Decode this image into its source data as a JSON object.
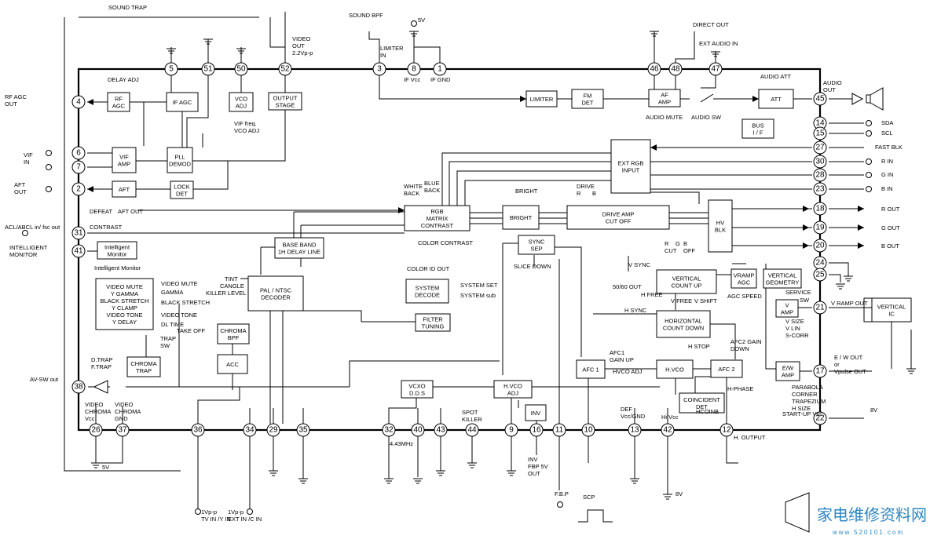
{
  "blocks": {
    "rf_agc": [
      "RF",
      "AGC"
    ],
    "if_agc": [
      "IF AGC"
    ],
    "vco_adj": [
      "VCO",
      "ADJ"
    ],
    "output_stage": [
      "OUTPUT",
      "STAGE"
    ],
    "vif_amp": [
      "VIF",
      "AMP"
    ],
    "pll_demod": [
      "PLL",
      "DEMOD"
    ],
    "aft": [
      "AFT"
    ],
    "lock_det": [
      "LOCK",
      "DET"
    ],
    "limiter": [
      "LIMITER"
    ],
    "fm_det": [
      "FM",
      "DET"
    ],
    "af_amp": [
      "AF",
      "AMP"
    ],
    "att": [
      "ATT"
    ],
    "bus_if": [
      "BUS",
      "I / F"
    ],
    "ext_rgb_input": [
      "EXT RGB",
      "INPUT"
    ],
    "rgb_matrix": [
      "RGB",
      "MATRIX",
      "CONTRAST"
    ],
    "bright": [
      "BRIGHT"
    ],
    "drive_amp": [
      "DRIVE AMP",
      "CUT  OFF"
    ],
    "hv_blk": [
      "HV",
      "BLK"
    ],
    "intelligent_monitor": [
      "Intelligent",
      "Monitor"
    ],
    "video_mute": [
      "VIDEO MUTE",
      "Y GAMMA",
      "BLACK STRETCH",
      "Y CLAMP",
      "VIDEO TONE",
      "Y DELAY"
    ],
    "base_band": [
      "BASE BAND",
      "1H DELAY LINE"
    ],
    "pal_ntsc": [
      "PAL / NTSC",
      "DECODER"
    ],
    "sync_sep": [
      "SYNC",
      "SEP"
    ],
    "system_decode": [
      "SYSTEM",
      "DECODE"
    ],
    "filter_tuning": [
      "FILTER",
      "TUNING"
    ],
    "chroma_bpf": [
      "CHROMA",
      "BPF"
    ],
    "acc": [
      "ACC"
    ],
    "chroma_trap": [
      "CHROMA",
      "TRAP"
    ],
    "vertical_count_up": [
      "VERTICAL",
      "COUNT  UP"
    ],
    "vramp_agc": [
      "VRAMP",
      "AGC"
    ],
    "vertical_geometry": [
      "VERTICAL",
      "GEOMETRY"
    ],
    "v_amp": [
      "V",
      "AMP"
    ],
    "horizontal_count_down": [
      "HORIZONTAL",
      "COUNT  DOWN"
    ],
    "afc1": [
      "AFC 1"
    ],
    "hvco": [
      "H.VCO"
    ],
    "afc2": [
      "AFC 2"
    ],
    "ew_amp": [
      "E/W",
      "AMP"
    ],
    "vcxo_dds": [
      "VCXO",
      "D.D.S"
    ],
    "hvco_adj": [
      "H.VCO",
      "ADJ"
    ],
    "inv": [
      "INV"
    ],
    "coincident_det": [
      "COINCIDENT",
      "DET"
    ],
    "vertical_ic": [
      "VERTICAL",
      "IC"
    ]
  },
  "pins": {
    "p5": "5",
    "p51": "51",
    "p50": "50",
    "p52": "52",
    "p3": "3",
    "p8": "8",
    "p1": "1",
    "p46": "46",
    "p48": "48",
    "p47": "47",
    "p4": "4",
    "p6": "6",
    "p7": "7",
    "p2": "2",
    "p31": "31",
    "p41": "41",
    "p38": "38",
    "p45": "45",
    "p14": "14",
    "p15": "15",
    "p27": "27",
    "p30": "30",
    "p28": "28",
    "p23": "23",
    "p18": "18",
    "p19": "19",
    "p20": "20",
    "p24": "24",
    "p25": "25",
    "p21": "21",
    "p17": "17",
    "p22": "22",
    "p26": "26",
    "p37": "37",
    "p36": "36",
    "p34": "34",
    "p29": "29",
    "p35": "35",
    "p32": "32",
    "p40": "40",
    "p43": "43",
    "p44": "44",
    "p9": "9",
    "p16": "16",
    "p11": "11",
    "p10": "10",
    "p13": "13",
    "p42": "42",
    "p12": "12"
  },
  "labels": {
    "sound_trap": "SOUND TRAP",
    "sound_bpf": "SOUND BPF",
    "v5_top": "5V",
    "limiter_in": [
      "LIMITER",
      "IN"
    ],
    "video_out": [
      "VIDEO",
      "OUT",
      "2.2Vp-p"
    ],
    "if_vcc": "IF Vcc",
    "if_gnd": "IF GND",
    "direct_out": "DIRECT OUT",
    "ext_audio_in": "EXT AUDIO IN",
    "audio_att": "AUDIO ATT",
    "audio_out": [
      "AUDIO",
      "OUT"
    ],
    "audio_mute": "AUDIO MUTE",
    "audio_sw": "AUDIO SW",
    "sda": "SDA",
    "scl": "SCL",
    "fast_blk": "FAST  BLK",
    "r_in": "R  IN",
    "g_in": "G  IN",
    "b_in": "B  IN",
    "r_out": "R OUT",
    "g_out": "G OUT",
    "b_out": "B OUT",
    "rf_agc_out": [
      "RF  AGC",
      "OUT"
    ],
    "delay_adj": "DELAY  ADJ",
    "vif_in": [
      "VIF",
      "IN"
    ],
    "aft_out_left": [
      "AFT",
      "OUT"
    ],
    "vif_freq": [
      "VIF freq.",
      "VCO ADJ"
    ],
    "defeat": "DEFEAT",
    "aft_out": "AFT OUT",
    "acl_abcl": "ACL/ABCL in/ fsc out",
    "contrast": "CONTRAST",
    "intelligent_monitor_left": [
      "INTELLIGENT",
      "MONITOR"
    ],
    "intelligent_monitor_sub": "Intelligent Monitor",
    "white_back": [
      "WHITE",
      "BACK"
    ],
    "blue_back": [
      "BLUE",
      "BACK"
    ],
    "bright_lbl": "BRIGHT",
    "drive_lbl": "DRIVE",
    "drive_r": "R",
    "drive_b": "B",
    "color_contrast": "COLOR CONTRAST",
    "cutoff_lbl": [
      "R",
      "G",
      "B",
      "CUT",
      "OFF"
    ],
    "tint": "TINT",
    "cangle": "CANGLE",
    "killer_level": "KILLER LEVEL",
    "video_mute_arrow": "VIDEO  MUTE",
    "gamma_arrow": "GAMMA",
    "black_stretch_arrow": "BLACK STRETCH",
    "y_clamp_arrow": "",
    "video_tone_arrow": "VIDEO  TONE",
    "dl_time": "DL TIME",
    "take_off": "TAKE OFF",
    "trap_sw": [
      "TRAP",
      "SW"
    ],
    "d_trap": "D.TRAP",
    "f_trap": "F.TRAP",
    "color_id_out": "COLOR ID OUT",
    "system_set": "SYSTEM SET",
    "system_sub": "SYSTEM  sub",
    "slice_down": "SLICE DOWN",
    "v_sync": "V  SYNC",
    "out_5060": "50/60 OUT",
    "h_free": "H  FREE",
    "v_free": "V  FREE",
    "v_shift": "V  SHIFT",
    "agc_speed": "AGC SPEED",
    "h_sync": "H SYNC",
    "service": "SERVICE",
    "sw_lbl": "SW",
    "v_size": [
      "V SIZE",
      "V LIN",
      "S-CORR"
    ],
    "v_ramp_out": "V RAMP OUT",
    "afc1_gain": [
      "AFC1",
      "GAIN UP"
    ],
    "hvco_adj_lbl": "HVCO ADJ",
    "h_stop": "H  STOP",
    "afc2_gain": [
      "AFC2 GAIN",
      "DOWN"
    ],
    "h_phase": "H-PHASE",
    "ew_out": [
      "E / W  OUT",
      "or",
      "Vpulse OUT"
    ],
    "parabola": [
      "PARABOLA",
      "CORNER",
      "TRAPEZIUM",
      "H SIZE"
    ],
    "start_up": "START-UP  Vcc",
    "v8_right": "8V",
    "hcoinb": "HCOINB",
    "av_sw_out": "AV-SW out",
    "video_chroma_vcc": [
      "VIDEO",
      "CHROMA",
      "Vcc"
    ],
    "video_chroma_gnd": [
      "VIDEO",
      "CHROMA",
      "GND"
    ],
    "v5_bottom": "5V",
    "tv_in": [
      "1Vp-p",
      "TV IN /Y IN"
    ],
    "ext_in": [
      "1Vp-p",
      "EXT IN /C IN"
    ],
    "spot_killer": [
      "SPOT",
      "KILLER"
    ],
    "mhz": "4.43MHz",
    "inv_fbp": [
      "INV",
      "FBP  5V",
      "OUT"
    ],
    "fbp": "F.B.P",
    "scp": "SCP",
    "def_vcc": [
      "DEF",
      "Vcc/GND"
    ],
    "hi_vcc": "Hi Vcc",
    "v8_bottom": "8V",
    "h_output": "H. OUTPUT",
    "watermark_cn": "家电维修资料网",
    "watermark_url": "www.520101.com"
  },
  "colors": {
    "line": "#000000",
    "watermark": "#2e86c1",
    "background": "#ffffff"
  }
}
